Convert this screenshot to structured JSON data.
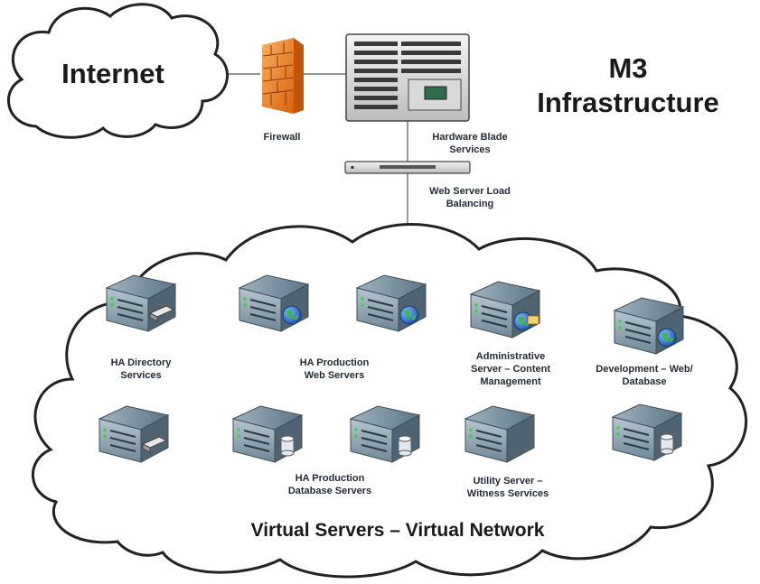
{
  "title": {
    "line1": "M3",
    "line2": "Infrastructure"
  },
  "internet": {
    "label": "Internet"
  },
  "firewall": {
    "label": "Firewall",
    "icon": "firewall-icon"
  },
  "blade": {
    "label": "Hardware Blade\nServices",
    "icon": "blade-chassis-icon"
  },
  "load_balancer": {
    "label": "Web Server Load\nBalancing",
    "icon": "load-balancer-icon"
  },
  "virtual_network": {
    "label": "Virtual Servers – Virtual Network",
    "groups": [
      {
        "label": "HA Directory\nServices"
      },
      {
        "label": "HA Production\nWeb Servers"
      },
      {
        "label": "Administrative\nServer – Content\nManagement"
      },
      {
        "label": "Development – Web/\nDatabase"
      },
      {
        "label": "HA Production\nDatabase Servers"
      },
      {
        "label": "Utility Server –\nWitness Services"
      }
    ],
    "servers": [
      {
        "badge": "drive"
      },
      {
        "badge": "globe"
      },
      {
        "badge": "globe"
      },
      {
        "badge": "globe-folder"
      },
      {
        "badge": "globe"
      },
      {
        "badge": "drive"
      },
      {
        "badge": "database"
      },
      {
        "badge": "database"
      },
      {
        "badge": "none"
      },
      {
        "badge": "database"
      }
    ]
  },
  "colors": {
    "line": "#555555",
    "firewall": "#f08a24",
    "server": "#6f8796",
    "globe": "#1e63c8"
  }
}
